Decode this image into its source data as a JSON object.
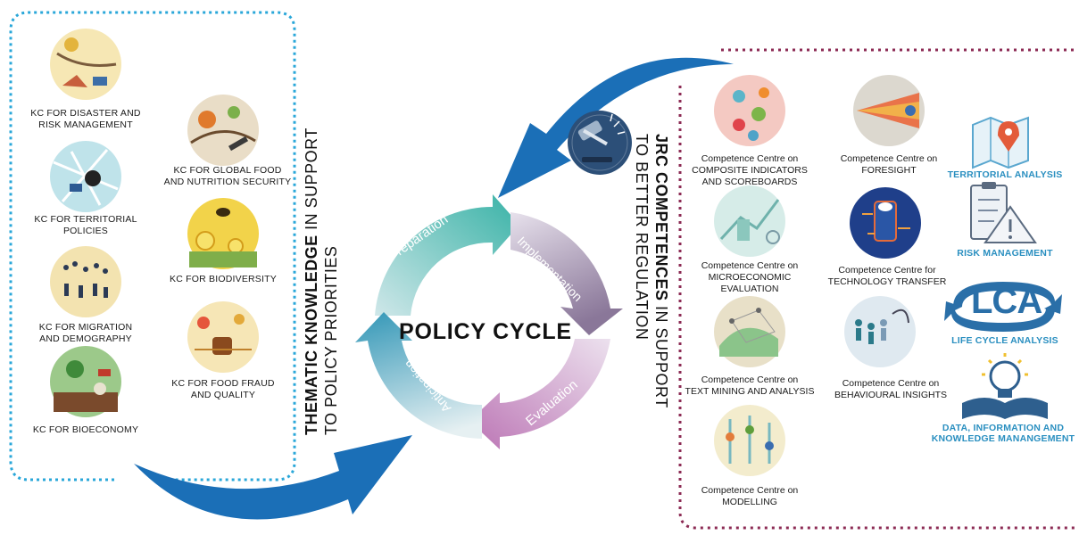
{
  "thematic": {
    "heading_bold": "THEMATIC KNOWLEDGE",
    "heading_rest": " IN SUPPORT",
    "heading_line2": "TO POLICY PRIORITIES",
    "items": [
      {
        "label_1": "KC FOR DISASTER AND",
        "label_2": "RISK MANAGEMENT",
        "icon": "disaster-risk-icon",
        "color": "#f6e7b4"
      },
      {
        "label_1": "KC FOR GLOBAL FOOD",
        "label_2": "AND NUTRITION SECURITY",
        "icon": "food-security-icon",
        "color": "#e9ddc7"
      },
      {
        "label_1": "KC FOR TERRITORIAL",
        "label_2": "POLICIES",
        "icon": "territorial-policies-icon",
        "color": "#bfe3ea"
      },
      {
        "label_1": "KC FOR BIODIVERSITY",
        "label_2": "",
        "icon": "biodiversity-icon",
        "color": "#f2d34a"
      },
      {
        "label_1": "KC FOR MIGRATION",
        "label_2": "AND DEMOGRAPHY",
        "icon": "migration-icon",
        "color": "#f3e3b0"
      },
      {
        "label_1": "KC FOR FOOD FRAUD",
        "label_2": "AND QUALITY",
        "icon": "food-fraud-icon",
        "color": "#f6e6b6"
      },
      {
        "label_1": "KC FOR BIOECONOMY",
        "label_2": "",
        "icon": "bioeconomy-icon",
        "color": "#9cc98a"
      }
    ]
  },
  "cycle": {
    "title": "POLICY CYCLE",
    "phases": [
      {
        "label": "Preparation",
        "color": "#3fb3a9"
      },
      {
        "label": "Implementation",
        "color": "#8f7aa0"
      },
      {
        "label": "Evaluation",
        "color": "#c07dba"
      },
      {
        "label": "Anticipation",
        "color": "#4a9fbd"
      }
    ]
  },
  "jrc": {
    "heading_bold": "JRC COMPETENCES",
    "heading_rest": " IN SUPPORT",
    "heading_line2": "TO BETTER REGULATION",
    "centres": [
      {
        "label_1": "Competence Centre on",
        "label_2": "COMPOSITE INDICATORS",
        "label_3": "AND SCOREBOARDS",
        "icon": "composite-indicators-icon",
        "color": "#f4c9c2"
      },
      {
        "label_1": "Competence Centre on",
        "label_2": "FORESIGHT",
        "label_3": "",
        "icon": "foresight-icon",
        "color": "#dcd8cf"
      },
      {
        "label_1": "Competence Centre on",
        "label_2": "MICROECONOMIC",
        "label_3": "EVALUATION",
        "icon": "microeconomic-icon",
        "color": "#d6ece8"
      },
      {
        "label_1": "Competence Centre for",
        "label_2": "TECHNOLOGY TRANSFER",
        "label_3": "",
        "icon": "technology-transfer-icon",
        "color": "#1f3f8a"
      },
      {
        "label_1": "Competence Centre on",
        "label_2": "TEXT MINING AND ANALYSIS",
        "label_3": "",
        "icon": "text-mining-icon",
        "color": "#e8e0c8"
      },
      {
        "label_1": "Competence Centre on",
        "label_2": "BEHAVIOURAL INSIGHTS",
        "label_3": "",
        "icon": "behavioural-icon",
        "color": "#dfe9f0"
      },
      {
        "label_1": "Competence Centre on",
        "label_2": "MODELLING",
        "label_3": "",
        "icon": "modelling-icon",
        "color": "#f3eccd"
      }
    ],
    "tools": [
      {
        "label_1": "TERRITORIAL ANALYSIS",
        "label_2": "",
        "icon": "map-pin-icon"
      },
      {
        "label_1": "RISK MANAGEMENT",
        "label_2": "",
        "icon": "clipboard-warning-icon"
      },
      {
        "label_1": "LIFE CYCLE ANALYSIS",
        "label_2": "",
        "icon": "lca-icon",
        "badge": "LCA"
      },
      {
        "label_1": "DATA, INFORMATION AND",
        "label_2": "KNOWLEDGE MANANGEMENT",
        "icon": "lightbulb-book-icon"
      }
    ]
  },
  "colors": {
    "blue_arrow": "#1b6fb7",
    "dotted_blue": "#2aa7d9",
    "dotted_maroon": "#8c2b54",
    "tool_blue": "#2a8fc0"
  }
}
